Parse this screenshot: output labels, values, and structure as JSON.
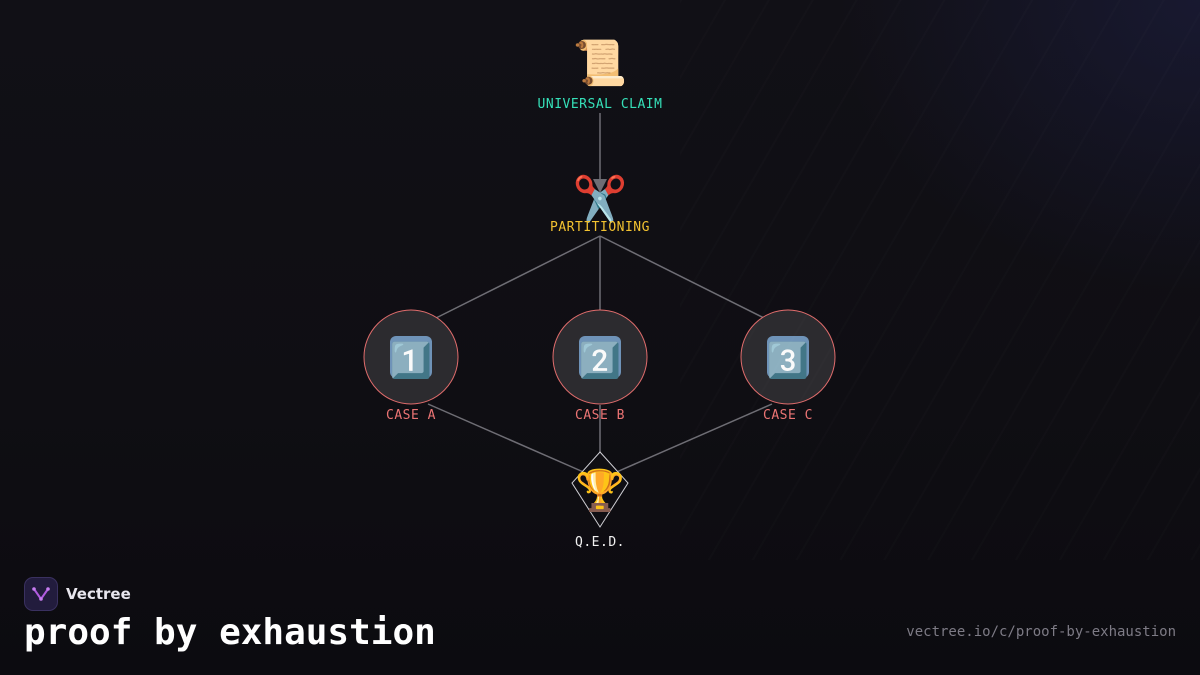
{
  "diagram": {
    "nodes": {
      "claim": {
        "icon": "📜",
        "icon_name": "scroll-icon",
        "label": "UNIVERSAL CLAIM",
        "color": "#35e0b8"
      },
      "partition": {
        "icon": "✂️",
        "icon_name": "scissors-icon",
        "label": "PARTITIONING",
        "color": "#f2c230"
      },
      "case_a": {
        "icon": "1️⃣",
        "icon_name": "keycap-one-icon",
        "label": "CASE A",
        "color": "#ec7474"
      },
      "case_b": {
        "icon": "2️⃣",
        "icon_name": "keycap-two-icon",
        "label": "CASE B",
        "color": "#ec7474"
      },
      "case_c": {
        "icon": "3️⃣",
        "icon_name": "keycap-three-icon",
        "label": "CASE C",
        "color": "#ec7474"
      },
      "qed": {
        "icon": "🏆",
        "icon_name": "trophy-icon",
        "label": "Q.E.D.",
        "color": "#f2f2f2"
      }
    },
    "edges": [
      {
        "from": "claim",
        "to": "partition",
        "arrow": true
      },
      {
        "from": "partition",
        "to": "case_a"
      },
      {
        "from": "partition",
        "to": "case_b"
      },
      {
        "from": "partition",
        "to": "case_c"
      },
      {
        "from": "case_a",
        "to": "qed"
      },
      {
        "from": "case_b",
        "to": "qed"
      },
      {
        "from": "case_c",
        "to": "qed"
      }
    ],
    "colors": {
      "edge": "#6e6d74",
      "case_fill": "#2c2b2f",
      "case_stroke": "#e06c6c",
      "qed_stroke": "#cfcfd4"
    }
  },
  "brand": {
    "name": "Vectree",
    "logo_icon": "vectree-logo-icon",
    "accent": "#b05be0"
  },
  "page": {
    "title": "proof by exhaustion",
    "url": "vectree.io/c/proof-by-exhaustion"
  }
}
